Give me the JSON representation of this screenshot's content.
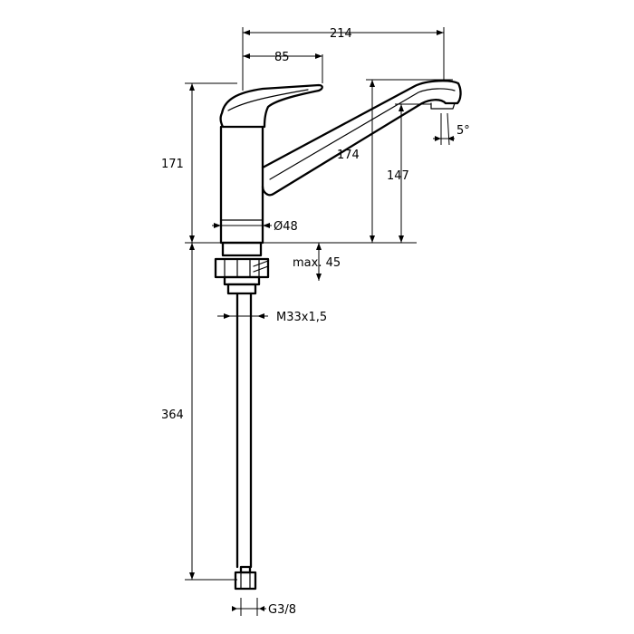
{
  "dimensions": {
    "width_total": "214",
    "handle_width": "85",
    "height_lever": "171",
    "height_spout": "174",
    "height_outlet": "147",
    "outlet_angle": "5°",
    "body_diameter": "Ø48",
    "max_mount": "max. 45",
    "thread": "M33x1,5",
    "hose_length": "364",
    "connection": "G3/8"
  }
}
